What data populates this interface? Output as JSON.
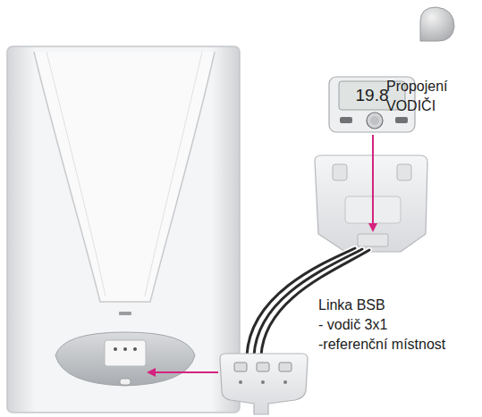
{
  "diagram": {
    "nodes": [
      {
        "text": [
          "19.8"
        ]
      }
    ],
    "labels": [
      "Propojení VODIČI",
      "Linka BSB - vodič 3x1 -referenční místnost"
    ]
  }
}
